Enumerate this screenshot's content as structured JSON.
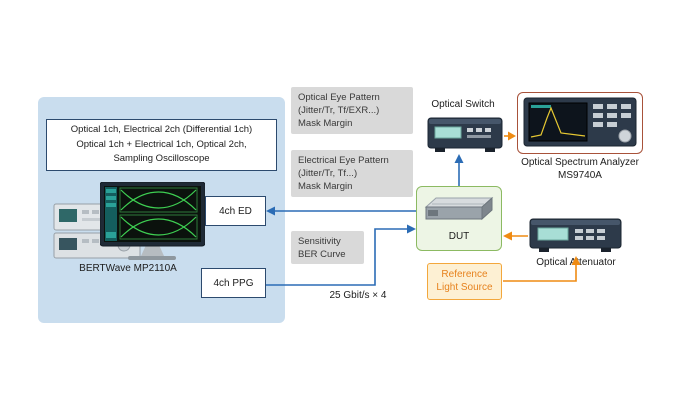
{
  "bertwave_panel": {
    "modes": [
      "Optical 1ch, Electrical 2ch (Differential 1ch)",
      "Optical 1ch + Electrical 1ch, Optical 2ch,",
      "Sampling Oscilloscope"
    ],
    "device_label": "BERTWave MP2110A",
    "ed_label": "4ch ED",
    "ppg_label": "4ch PPG"
  },
  "notes": {
    "optical_eye": [
      "Optical Eye Pattern",
      "(Jitter/Tr, Tf/EXR...)",
      "Mask Margin"
    ],
    "electrical_eye": [
      "Electrical Eye Pattern",
      "(Jitter/Tr, Tf...)",
      "Mask Margin"
    ],
    "sensitivity": [
      "Sensitivity",
      "BER Curve"
    ]
  },
  "devices": {
    "optical_switch": "Optical Switch",
    "osa": [
      "Optical Spectrum Analyzer",
      "MS9740A"
    ],
    "dut": "DUT",
    "attenuator": "Optical Attenuator",
    "light_source": [
      "Reference",
      "Light Source"
    ]
  },
  "signal": {
    "bitrate": "25 Gbit/s × 4"
  },
  "colors": {
    "panel_bg": "#c9ddee",
    "note_bg": "#d9d9d9",
    "dut_bg": "#edf5e5",
    "dut_border": "#8cba62",
    "light_source_bg": "#fdf0d3",
    "light_source_border": "#f3a73c",
    "light_source_text": "#e6821e",
    "blue_arrow": "#2b6cb5",
    "orange_arrow": "#ef8b13",
    "osa_highlight_border": "#a8523a"
  }
}
